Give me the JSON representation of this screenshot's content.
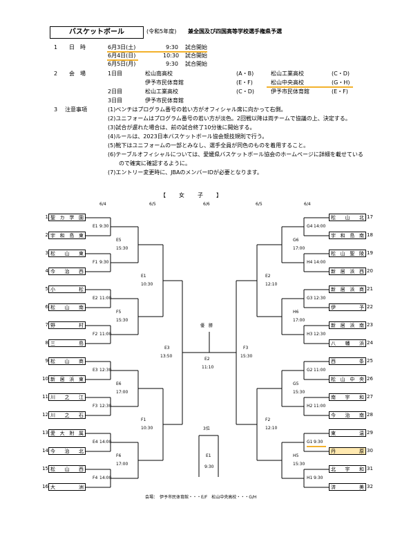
{
  "header": {
    "sport": "バスケットボール",
    "year": "(令和5年度)",
    "title": "兼全国及び四国高等学校選手権県予選"
  },
  "info": {
    "sec1_num": "1",
    "sec1_label": "日　時",
    "dates": [
      {
        "day": "6月3日(土)",
        "time": "9:30",
        "text": "試合開始"
      },
      {
        "day": "6月4日(日)",
        "time": "10:30",
        "text": "試合開始"
      },
      {
        "day": "6月5日(月)",
        "time": "9:30",
        "text": "試合開始"
      }
    ],
    "sec2_num": "2",
    "sec2_label": "会　場",
    "venues": [
      {
        "day": "1日目",
        "venue": "松山南高校",
        "courts": "(A・B)",
        "venue2": "松山工業高校",
        "courts2": "(C・D)"
      },
      {
        "day": "",
        "venue": "伊予市民体育館",
        "courts": "(E・F)",
        "venue2": "松山中央高校",
        "courts2": "(G・H)"
      },
      {
        "day": "2日目",
        "venue": "松山工業高校",
        "courts": "(C・D)",
        "venue2": "伊予市民体育館",
        "courts2": "(E・F)"
      },
      {
        "day": "3日目",
        "venue": "伊予市民体育館",
        "courts": "",
        "venue2": "",
        "courts2": ""
      }
    ],
    "sec3_num": "3",
    "sec3_label": "注意事項",
    "notes": [
      "(1)ベンチはプログラム番号の若い方がオフィシャル席に向かって右側。",
      "(2)ユニフォームはプログラム番号の若い方が淡色。2回戦以降は両チームで協議の上、決定する。",
      "(3)試合が遅れた場合は、前の試合終了10分後に開始する。",
      "(4)ルールは、2023日本バスケットボール協会競技規則で行う。",
      "(5)靴下はユニフォームの一部とみなし、選手全員が同色のものを着用すること。",
      "(6)テーブルオフィシャルについては、愛媛県バスケットボール協会のホームページに詳細を載せている",
      "　　ので確実に確認するように。",
      "(7)エントリー変更時に、JBAのメンバーIDが必要となります。"
    ]
  },
  "bracket": {
    "section_title": "【　　女　　子　　】",
    "col_dates": [
      "6/4",
      "6/5",
      "6/6",
      "6/5",
      "6/4"
    ],
    "left_teams": [
      {
        "n": "1",
        "name": "聖カ学園"
      },
      {
        "n": "2",
        "name": "宇和島東"
      },
      {
        "n": "3",
        "name": "松山東"
      },
      {
        "n": "4",
        "name": "今治西"
      },
      {
        "n": "5",
        "name": "小松"
      },
      {
        "n": "6",
        "name": "松山南"
      },
      {
        "n": "7",
        "name": "野村"
      },
      {
        "n": "8",
        "name": "三島"
      },
      {
        "n": "9",
        "name": "松山商"
      },
      {
        "n": "10",
        "name": "新居浜東"
      },
      {
        "n": "11",
        "name": "川之江"
      },
      {
        "n": "12",
        "name": "川之石"
      },
      {
        "n": "13",
        "name": "愛大附属"
      },
      {
        "n": "14",
        "name": "今治北"
      },
      {
        "n": "15",
        "name": "松山西"
      },
      {
        "n": "16",
        "name": "大洲"
      }
    ],
    "right_teams": [
      {
        "n": "17",
        "name": "松山北"
      },
      {
        "n": "18",
        "name": "宇和島南"
      },
      {
        "n": "19",
        "name": "松山聖陵"
      },
      {
        "n": "20",
        "name": "新居浜西"
      },
      {
        "n": "21",
        "name": "新居浜商"
      },
      {
        "n": "22",
        "name": "伊予"
      },
      {
        "n": "23",
        "name": "新居浜南"
      },
      {
        "n": "24",
        "name": "八幡浜"
      },
      {
        "n": "25",
        "name": "西条"
      },
      {
        "n": "26",
        "name": "松山中央"
      },
      {
        "n": "27",
        "name": "南宇和"
      },
      {
        "n": "28",
        "name": "今治南"
      },
      {
        "n": "29",
        "name": "東温"
      },
      {
        "n": "30",
        "name": "丹原"
      },
      {
        "n": "31",
        "name": "北宇和"
      },
      {
        "n": "32",
        "name": "済美"
      }
    ],
    "left_r1": [
      {
        "code": "E1",
        "time": "9:30"
      },
      {
        "code": "F1",
        "time": "9:30"
      },
      {
        "code": "E2",
        "time": "11:00"
      },
      {
        "code": "F2",
        "time": "11:00"
      },
      {
        "code": "E3",
        "time": "12:30"
      },
      {
        "code": "F3",
        "time": "12:30"
      },
      {
        "code": "E4",
        "time": "14:00"
      },
      {
        "code": "F4",
        "time": "14:00"
      }
    ],
    "right_r1": [
      {
        "code": "G4",
        "time": "14:00"
      },
      {
        "code": "H4",
        "time": "14:00"
      },
      {
        "code": "G3",
        "time": "12:30"
      },
      {
        "code": "H3",
        "time": "12:30"
      },
      {
        "code": "G2",
        "time": "11:00"
      },
      {
        "code": "H2",
        "time": "11:00"
      },
      {
        "code": "G1",
        "time": "9:30"
      },
      {
        "code": "H1",
        "time": "9:30"
      }
    ],
    "left_r2": [
      {
        "code": "E5",
        "time": "15:30"
      },
      {
        "code": "F5",
        "time": "15:30"
      },
      {
        "code": "E6",
        "time": "17:00"
      },
      {
        "code": "F6",
        "time": "17:00"
      }
    ],
    "right_r2": [
      {
        "code": "G6",
        "time": "17:00"
      },
      {
        "code": "H6",
        "time": "17:00"
      },
      {
        "code": "G5",
        "time": "15:30"
      },
      {
        "code": "H5",
        "time": "15:30"
      }
    ],
    "left_r3": [
      {
        "code": "E1",
        "time": "10:30"
      },
      {
        "code": "F1",
        "time": "10:30"
      }
    ],
    "right_r3": [
      {
        "code": "E2",
        "time": "12:10"
      },
      {
        "code": "F2",
        "time": "12:10"
      }
    ],
    "left_semi": {
      "code": "E3",
      "time": "13:50"
    },
    "right_semi": {
      "code": "F3",
      "time": "15:30"
    },
    "final": {
      "label": "優　勝",
      "code": "E2",
      "time": "11:10"
    },
    "third": {
      "label": "3位",
      "code": "E1",
      "time": "9:30"
    },
    "footer": "会場：　伊予市民体育館・・・E/F　松山中央高校・・・G/H"
  },
  "colors": {
    "highlight": "#f3b12a"
  }
}
